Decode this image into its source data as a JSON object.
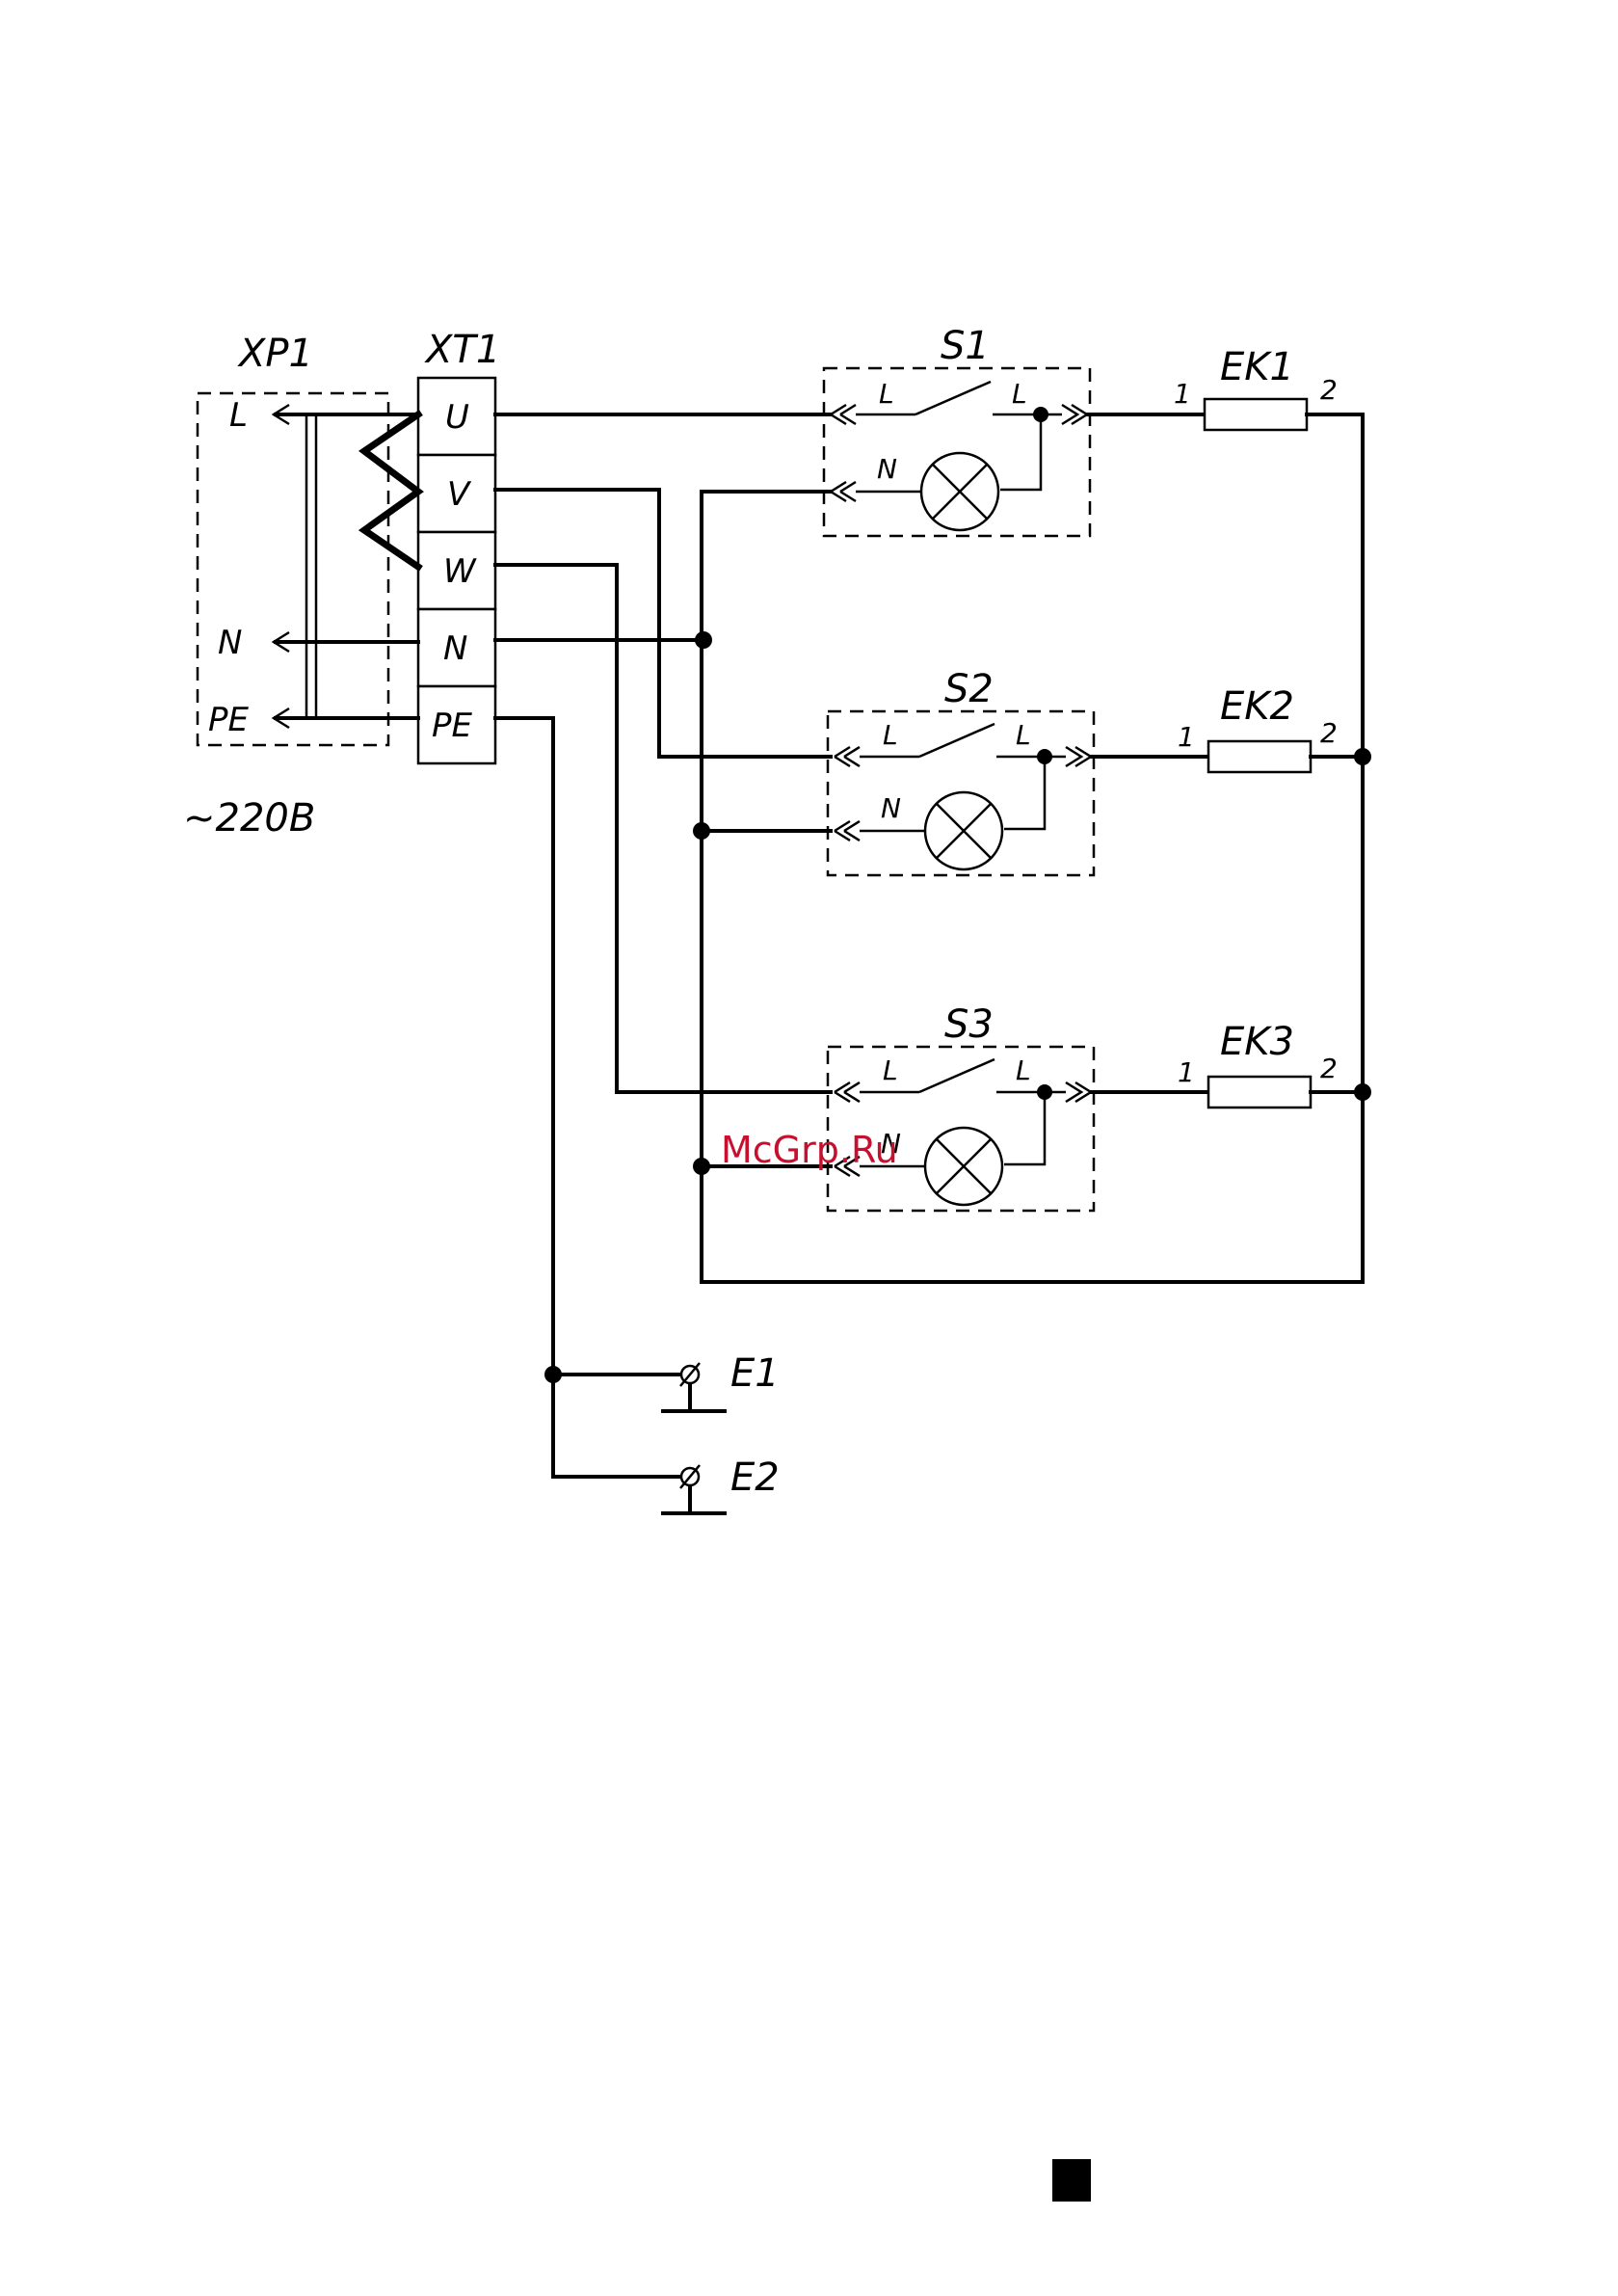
{
  "labels": {
    "xp1": "XP1",
    "xt1": "XT1",
    "xp1_l": "L",
    "xp1_n": "N",
    "xp1_pe": "PE",
    "voltage": "~220В",
    "terminals": [
      "U",
      "V",
      "W",
      "N",
      "PE"
    ],
    "switches": [
      {
        "name": "S1",
        "in_l": "L",
        "out_l": "L",
        "n": "N"
      },
      {
        "name": "S2",
        "in_l": "L",
        "out_l": "L",
        "n": "N"
      },
      {
        "name": "S3",
        "in_l": "L",
        "out_l": "L",
        "n": "N"
      }
    ],
    "heaters": [
      {
        "name": "EK1",
        "pin1": "1",
        "pin2": "2"
      },
      {
        "name": "EK2",
        "pin1": "1",
        "pin2": "2"
      },
      {
        "name": "EK3",
        "pin1": "1",
        "pin2": "2"
      }
    ],
    "grounds": [
      "E1",
      "E2"
    ],
    "watermark": "McGrp.Ru"
  }
}
